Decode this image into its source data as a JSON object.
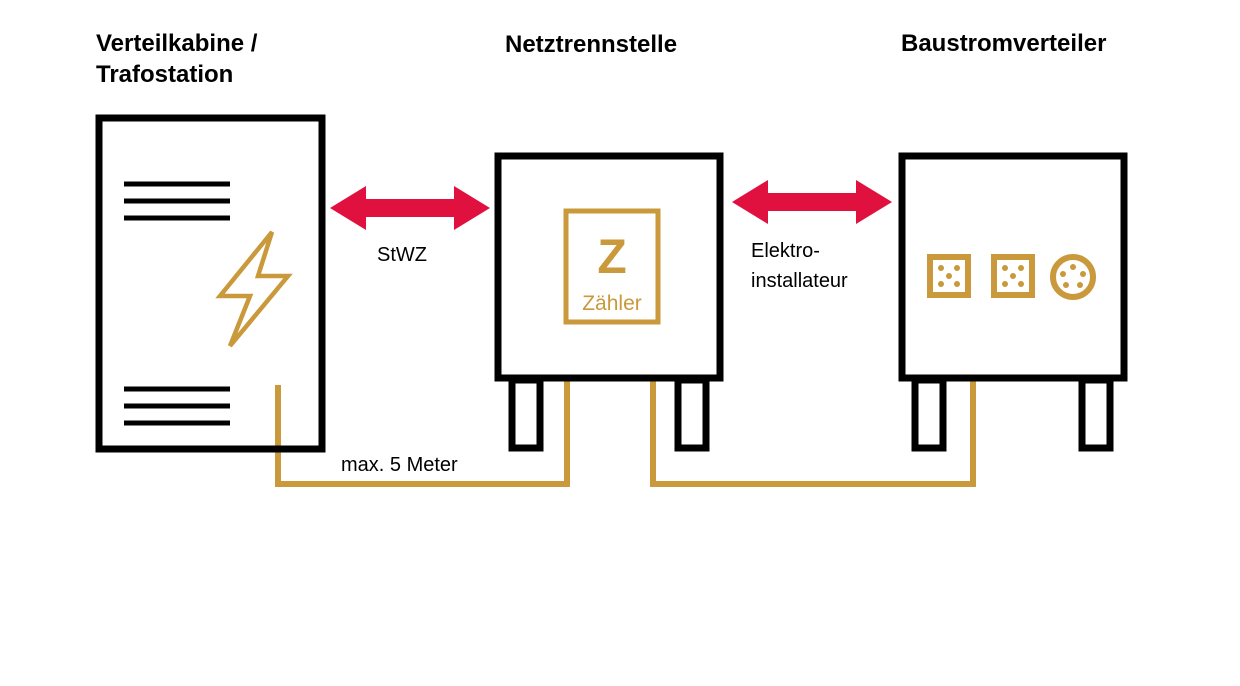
{
  "colors": {
    "outline": "#000000",
    "cable": "#c9993b",
    "arrow": "#e0103f",
    "background": "#ffffff"
  },
  "titles": {
    "cabin_line1": "Verteilkabine /",
    "cabin_line2": "Trafostation",
    "separator": "Netztrennstelle",
    "distributor": "Baustromverteiler"
  },
  "labels": {
    "arrow_left": "StWZ",
    "arrow_right_line1": "Elektro-",
    "arrow_right_line2": "installateur",
    "cable_length": "max. 5 Meter"
  },
  "meter": {
    "letter": "Z",
    "text": "Zähler"
  },
  "icons": {
    "lightning": "lightning-icon",
    "socket": "socket-icon",
    "cee_socket": "cee-socket-icon",
    "double_arrow": "double-arrow-icon"
  }
}
